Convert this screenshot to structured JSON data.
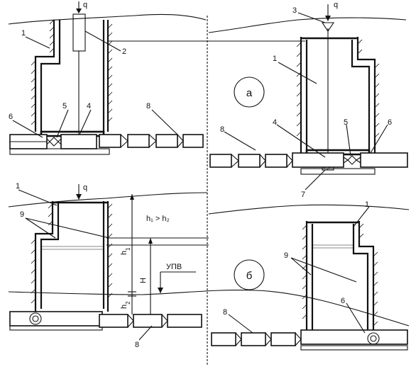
{
  "labels": {
    "n1": "1",
    "n2": "2",
    "n3": "3",
    "n4": "4",
    "n5": "5",
    "n6": "6",
    "n7": "7",
    "n8": "8",
    "n9": "9",
    "q": "q",
    "section_a": "а",
    "section_b": "б",
    "h1": "h",
    "h1_sub": "1",
    "h2": "h",
    "h2_sub": "2",
    "H": "H",
    "ineq": "h₁ > h₂",
    "upv": "УПВ"
  },
  "colors": {
    "line": "#111111",
    "background": "#ffffff"
  }
}
